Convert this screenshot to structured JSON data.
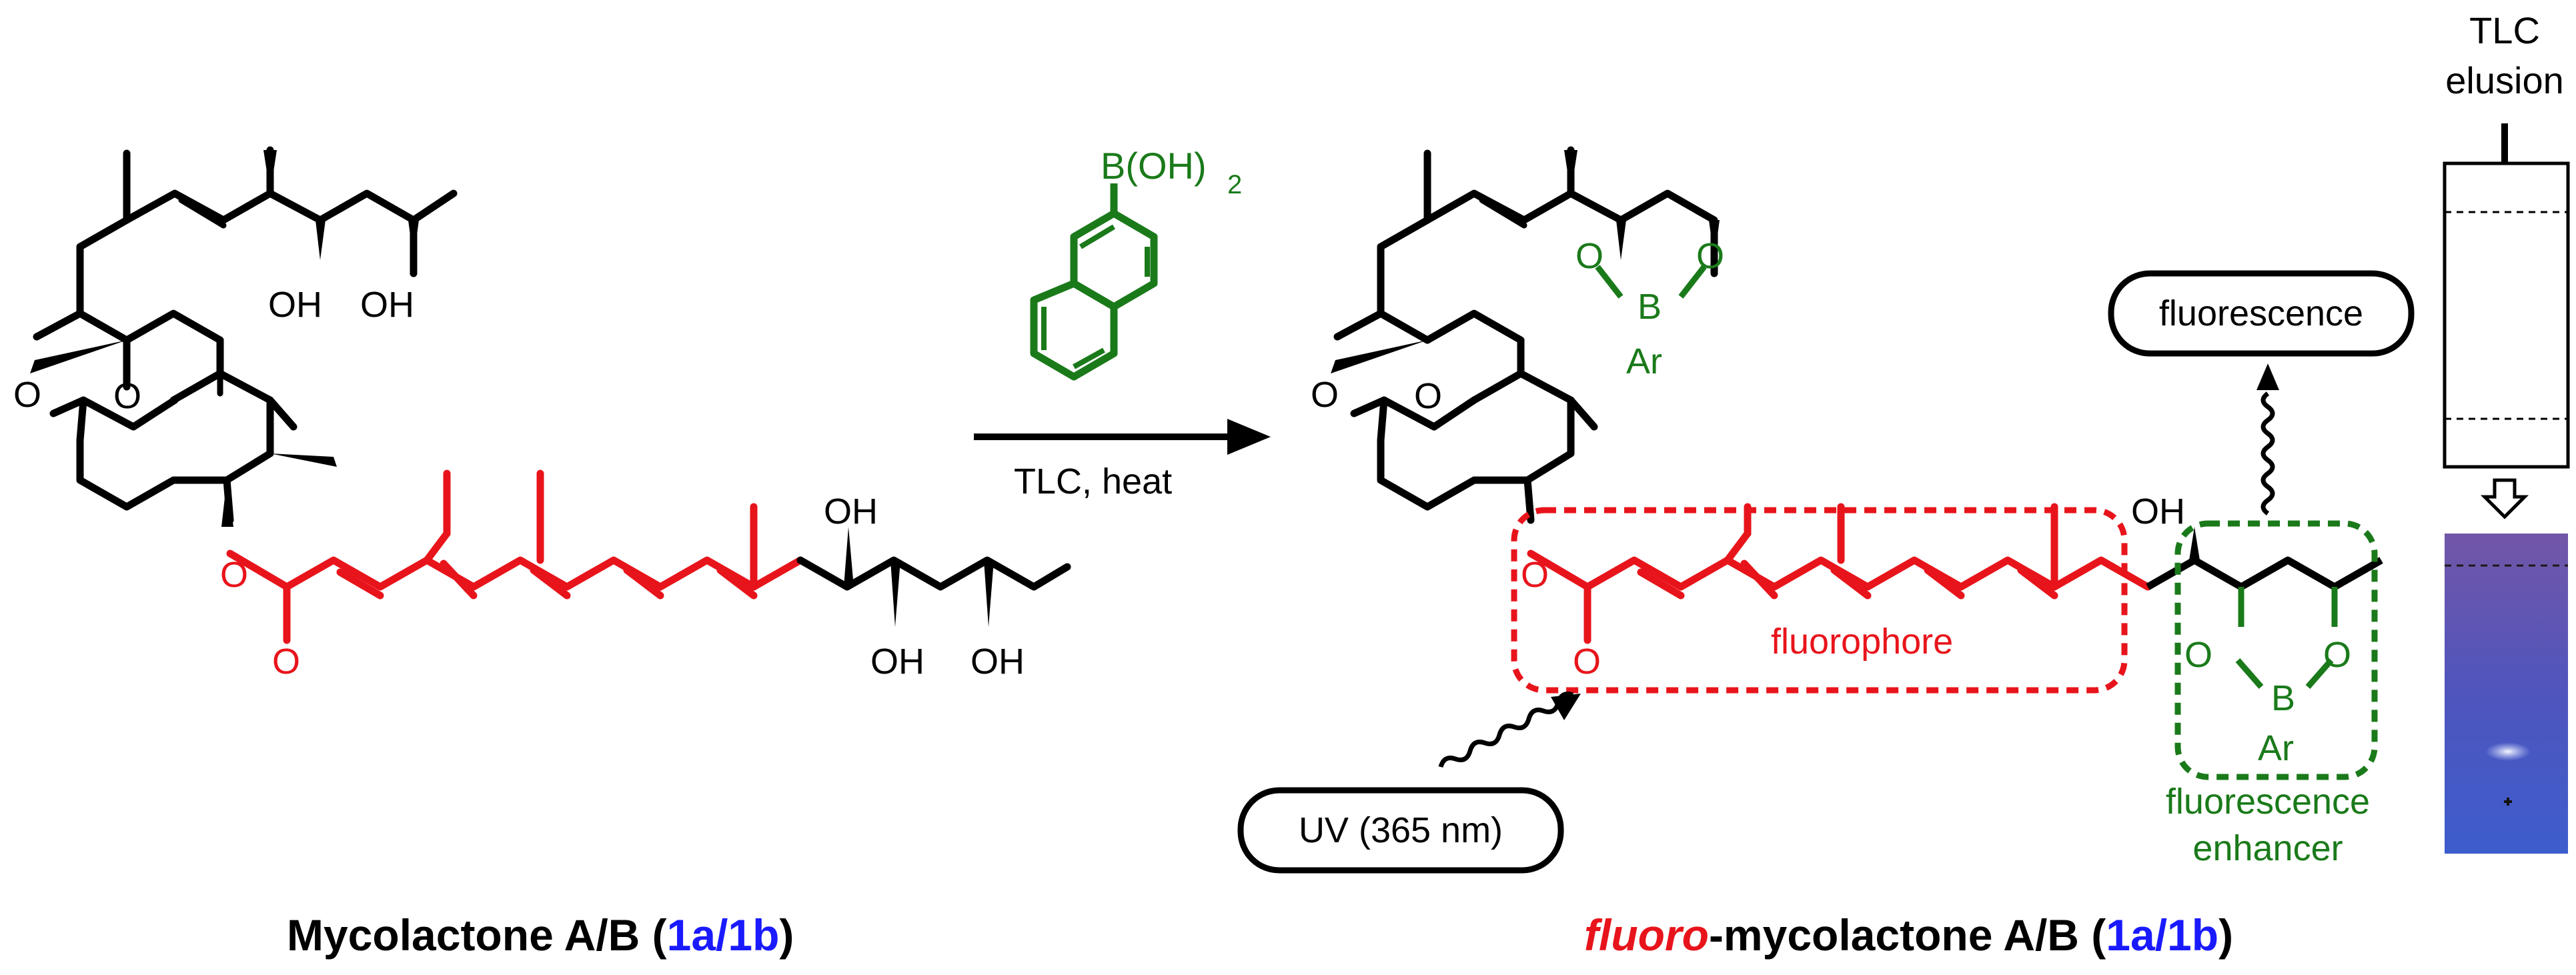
{
  "reagent": {
    "boronic_acid": "B(OH)",
    "boronic_acid_subscript": "2",
    "conditions": "TLC, heat"
  },
  "labels": {
    "oh": "OH",
    "o": "O",
    "b": "B",
    "ar": "Ar"
  },
  "annotations": {
    "fluorescence": "fluorescence",
    "fluorophore": "fluorophore",
    "uv": "UV (365 nm)",
    "enhancer_line1": "fluorescence",
    "enhancer_line2": "enhancer",
    "tlc_line1": "TLC",
    "tlc_line2": "elusion"
  },
  "titles": {
    "left_name": "Mycolactone A/B (",
    "left_code": "1a/1b",
    "left_close": ")",
    "right_prefix": "fluoro",
    "right_name": "-mycolactone A/B (",
    "right_code": "1a/1b",
    "right_close": ")"
  },
  "colors": {
    "black": "#000000",
    "red": "#e8141b",
    "green": "#1a7a1a",
    "blue": "#1a1aff",
    "plate_top": "#6a58b0",
    "plate_bottom": "#3a58c8"
  }
}
